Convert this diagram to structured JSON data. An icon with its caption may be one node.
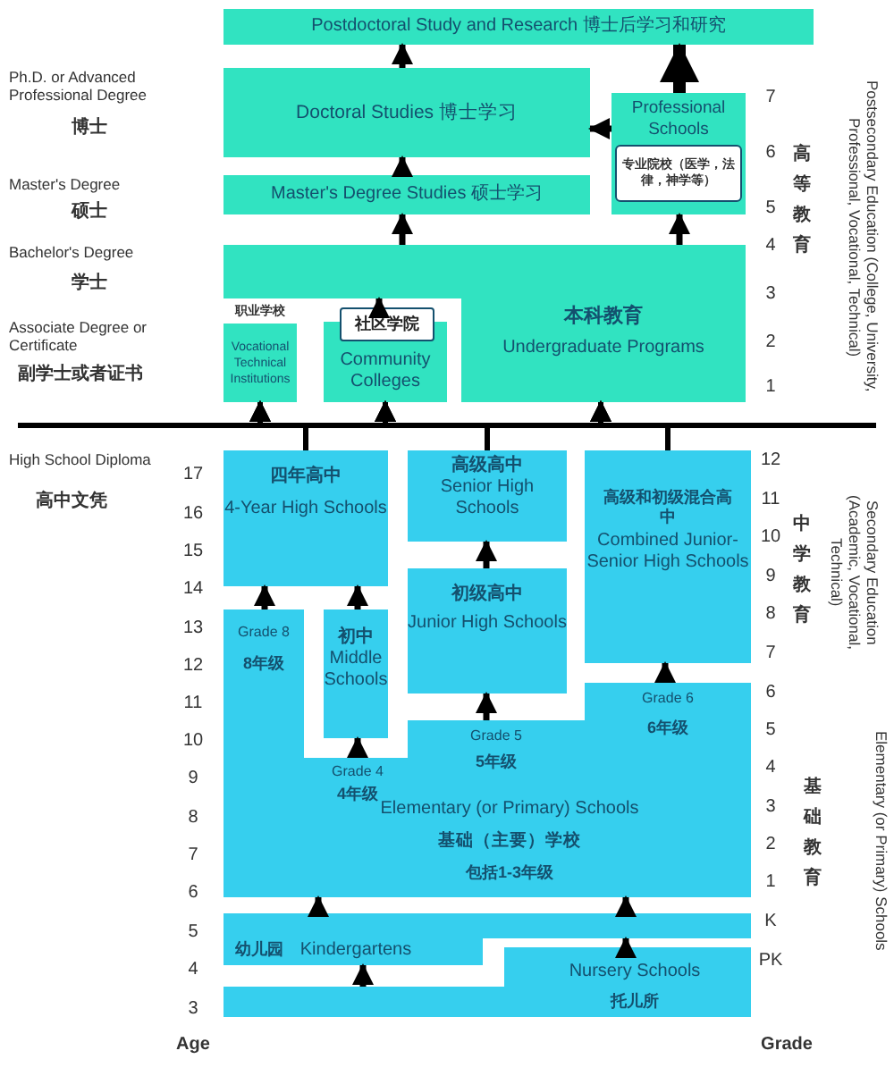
{
  "diagram": {
    "nodes": [
      {
        "text": [
          "Postdoctoral Study and Research 博士后学习和研究"
        ]
      },
      {
        "text": [
          "Doctoral Studies 博士学习"
        ]
      },
      {
        "text": [
          "Professional Schools",
          "专业院校（医学，法律，神学等）"
        ]
      },
      {
        "text": [
          "Master's Degree Studies 硕士学习"
        ]
      },
      {
        "text": [
          "本科教育",
          "Undergraduate Programs"
        ]
      },
      {
        "text": [
          "职业学校",
          "Vocational Technical Institutions"
        ]
      },
      {
        "text": [
          "社区学院",
          "Community Colleges"
        ]
      },
      {
        "text": [
          "四年高中",
          "4-Year High Schools"
        ]
      },
      {
        "text": [
          "高级高中",
          "Senior High Schools"
        ]
      },
      {
        "text": [
          "高级和初级混合高中",
          "Combined Junior-Senior High Schools"
        ]
      },
      {
        "text": [
          "初级高中",
          "Junior High Schools"
        ]
      },
      {
        "text": [
          "初中",
          "Middle Schools"
        ]
      },
      {
        "text": [
          "Grade 8",
          "8年级",
          "Grade 4",
          "4年级",
          "Grade 5",
          "5年级",
          "Grade 6",
          "6年级",
          "Elementary (or Primary) Schools",
          "基础（主要）学校",
          "包括1-3年级"
        ]
      },
      {
        "text": [
          "幼儿园",
          "Kindergartens"
        ]
      },
      {
        "text": [
          "Nursery Schools",
          "托儿所"
        ]
      }
    ],
    "edges": [
      {
        "from": 1,
        "to": 0,
        "arrow": "to"
      },
      {
        "from": 2,
        "to": 0,
        "arrow": "to",
        "style": "thick"
      },
      {
        "from": 2,
        "to": 1,
        "arrow": "to"
      },
      {
        "from": 3,
        "to": 1,
        "arrow": "to"
      },
      {
        "from": 4,
        "to": 3,
        "arrow": "to"
      },
      {
        "from": 4,
        "to": 2,
        "arrow": "to"
      },
      {
        "from": 6,
        "to": 4,
        "arrow": "to"
      },
      {
        "from": 7,
        "to": 5,
        "arrow": "to"
      },
      {
        "from": 7,
        "to": 6,
        "arrow": "to"
      },
      {
        "from": 7,
        "to": 4,
        "arrow": "to"
      },
      {
        "from": 8,
        "to": 5,
        "arrow": "to"
      },
      {
        "from": 8,
        "to": 6,
        "arrow": "to"
      },
      {
        "from": 8,
        "to": 4,
        "arrow": "to"
      },
      {
        "from": 9,
        "to": 5,
        "arrow": "to"
      },
      {
        "from": 9,
        "to": 6,
        "arrow": "to"
      },
      {
        "from": 9,
        "to": 4,
        "arrow": "to"
      },
      {
        "from": 12,
        "to": 7,
        "arrow": "to"
      },
      {
        "from": 11,
        "to": 7,
        "arrow": "to"
      },
      {
        "from": 10,
        "to": 8,
        "arrow": "to"
      },
      {
        "from": 12,
        "to": 11,
        "arrow": "to"
      },
      {
        "from": 12,
        "to": 10,
        "arrow": "to"
      },
      {
        "from": 12,
        "to": 9,
        "arrow": "to"
      },
      {
        "from": 13,
        "to": 12,
        "arrow": "to"
      },
      {
        "from": 13,
        "to": 12,
        "arrow": "to"
      },
      {
        "from": 14,
        "to": 13,
        "arrow": "to"
      },
      {
        "from": 14,
        "to": 13,
        "arrow": "to"
      }
    ],
    "labels": [
      "Ph.D. or Advanced Professional Degree",
      "博士",
      "Master's Degree",
      "硕士",
      "Bachelor's Degree",
      "学士",
      "Associate Degree or Certificate",
      "副学士或者证书",
      "High School Diploma",
      "高中文凭",
      "17",
      "16",
      "15",
      "14",
      "13",
      "12",
      "11",
      "10",
      "9",
      "8",
      "7",
      "6",
      "5",
      "4",
      "3",
      "7",
      "6",
      "5",
      "4",
      "3",
      "2",
      "1",
      "12",
      "11",
      "10",
      "9",
      "8",
      "7",
      "6",
      "5",
      "4",
      "3",
      "2",
      "1",
      "K",
      "PK",
      "Postsecondary Education (College, University, Professional, Vocational, Technical)",
      "高等教育",
      "Secondary Education (Academic, Vocational, Technical)",
      "中学教育",
      "Elementary (or Primary) Schools",
      "基础教育",
      "Age",
      "Grade"
    ]
  }
}
